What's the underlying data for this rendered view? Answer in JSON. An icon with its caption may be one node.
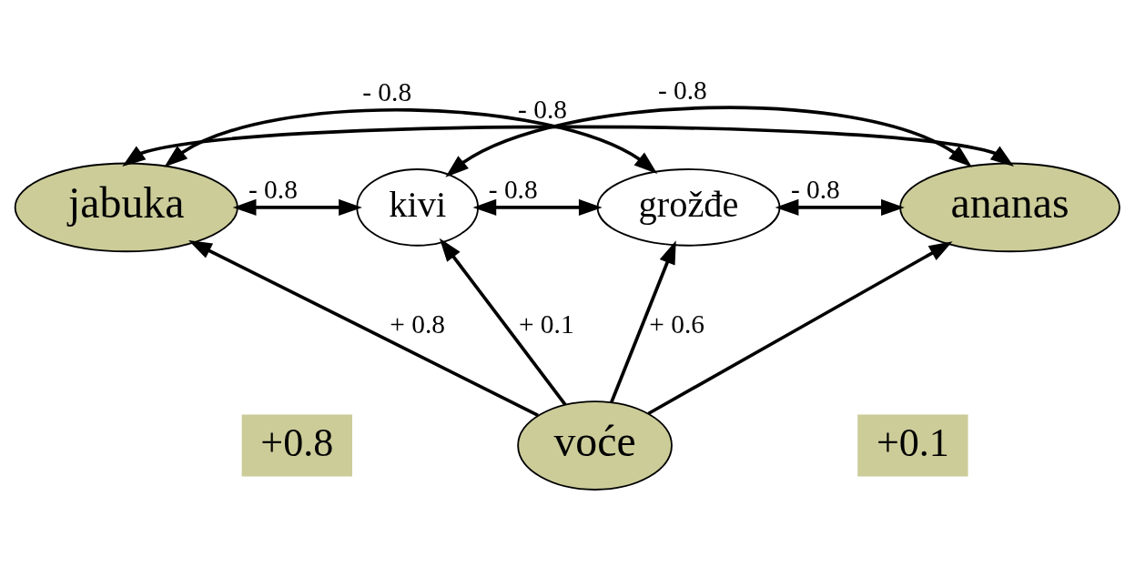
{
  "diagram": {
    "nodes": [
      {
        "text": [
          "jabuka"
        ]
      },
      {
        "text": [
          "kivi"
        ]
      },
      {
        "text": [
          "grožđe"
        ]
      },
      {
        "text": [
          "ananas"
        ]
      },
      {
        "text": [
          "voće"
        ]
      },
      {
        "text": [
          "+0.8"
        ]
      },
      {
        "text": [
          "+0.1"
        ]
      }
    ],
    "edges": [
      {
        "from": 0,
        "to": 3,
        "arrow": "both",
        "label": "- 0.8"
      },
      {
        "from": 0,
        "to": 2,
        "arrow": "both",
        "label": "- 0.8"
      },
      {
        "from": 1,
        "to": 3,
        "arrow": "both",
        "label": "- 0.8"
      },
      {
        "from": 0,
        "to": 1,
        "arrow": "both",
        "label": "- 0.8"
      },
      {
        "from": 1,
        "to": 2,
        "arrow": "both",
        "label": "- 0.8"
      },
      {
        "from": 2,
        "to": 3,
        "arrow": "both",
        "label": "- 0.8"
      },
      {
        "from": 4,
        "to": 0,
        "arrow": "to",
        "label": "+ 0.8"
      },
      {
        "from": 4,
        "to": 1,
        "arrow": "to",
        "label": "+ 0.1"
      },
      {
        "from": 4,
        "to": 2,
        "arrow": "to",
        "label": "+ 0.6"
      },
      {
        "from": 4,
        "to": 3,
        "arrow": "to"
      }
    ]
  }
}
